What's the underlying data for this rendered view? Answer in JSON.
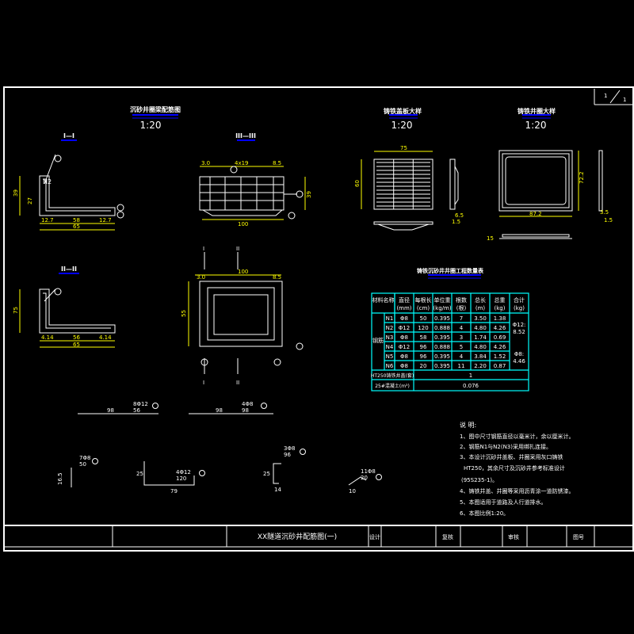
{
  "sheet": {
    "page": "1",
    "total": "1"
  },
  "colors": {
    "background": "#000000",
    "lines": "#ffffff",
    "dimensions": "#ffff00",
    "table": "#00ffff",
    "underline": "#0000ff"
  },
  "drawings": {
    "ring_beam": {
      "title": "沉砂井圈梁配筋图",
      "scale": "1:20"
    },
    "cover": {
      "title": "铸铁盖板大样",
      "scale": "1:20",
      "width": "75",
      "height": "60",
      "dim_a": "6.5",
      "dim_b": "1.5"
    },
    "frame": {
      "title": "铸铁井圈大样",
      "scale": "1:20",
      "width": "87.2",
      "height": "72.2",
      "dim_a": "3.5",
      "dim_b": "1.5",
      "dim_c": "15"
    },
    "section_1": {
      "label": "I—I",
      "dim_bottom_inner": "58",
      "dim_bottom_outer": "65",
      "dim_height": "39",
      "dim_top": "27",
      "dim_left": "12.7",
      "dim_right": "12.7",
      "rebar": "N2"
    },
    "section_2": {
      "label": "II—II",
      "dim_bottom_inner": "56",
      "dim_bottom_outer": "65",
      "dim_height": "75",
      "dim_left": "4.14",
      "dim_right": "4.14"
    },
    "section_3": {
      "label": "III—III",
      "dim_top_left": "3.0",
      "dim_top_mid": "4x19",
      "dim_top_right": "8.5",
      "dim_bottom": "100",
      "dim_right": "39"
    },
    "plan": {
      "dim_top": "100",
      "dim_left": "55",
      "dim_tl": "3.0",
      "dim_tr": "8.5",
      "cut_1": "I",
      "cut_2": "II"
    },
    "rebars": [
      {
        "id": "4",
        "length": "98",
        "spec": "8Φ12",
        "total": "56"
      },
      {
        "id": "5",
        "length": "98",
        "spec": "4Φ8",
        "total": "98"
      },
      {
        "id": "1",
        "leg": "16.5",
        "spec": "7Φ8",
        "total": "50"
      },
      {
        "id": "2",
        "leg": "25",
        "length": "79",
        "spec": "4Φ12",
        "total": "120"
      },
      {
        "id": "3",
        "leg": "25",
        "length": "14",
        "spec": "3Φ8",
        "total": "96"
      },
      {
        "id": "6",
        "length": "10",
        "spec": "11Φ8",
        "total": "20"
      }
    ]
  },
  "table": {
    "title": "铸铁沉砂井井圈工程数量表",
    "headers": [
      {
        "line1": "材料名称",
        "line2": ""
      },
      {
        "line1": "直径",
        "line2": "(mm)"
      },
      {
        "line1": "每根长",
        "line2": "(cm)"
      },
      {
        "line1": "单位重",
        "line2": "(kg/m)"
      },
      {
        "line1": "根数",
        "line2": "(根)"
      },
      {
        "line1": "总长",
        "line2": "(m)"
      },
      {
        "line1": "总重",
        "line2": "(kg)"
      },
      {
        "line1": "合计",
        "line2": "(kg)"
      }
    ],
    "group_label": "钢筋",
    "rows": [
      [
        "N1",
        "Φ8",
        "50",
        "0.395",
        "7",
        "3.50",
        "1.38"
      ],
      [
        "N2",
        "Φ12",
        "120",
        "0.888",
        "4",
        "4.80",
        "4.26"
      ],
      [
        "N3",
        "Φ8",
        "58",
        "0.395",
        "3",
        "1.74",
        "0.69"
      ],
      [
        "N4",
        "Φ12",
        "96",
        "0.888",
        "5",
        "4.80",
        "4.26"
      ],
      [
        "N5",
        "Φ8",
        "96",
        "0.395",
        "4",
        "3.84",
        "1.52"
      ],
      [
        "N6",
        "Φ8",
        "20",
        "0.395",
        "11",
        "2.20",
        "0.87"
      ]
    ],
    "sum_1": {
      "label": "Φ12:",
      "value": "8.52"
    },
    "sum_2": {
      "label": "Φ8:",
      "value": "4.46"
    },
    "ht250_row": {
      "label": "HT250铸铁井盖(套)",
      "value": "1"
    },
    "concrete_row": {
      "label": "25#混凝土(m³)",
      "value": "0.076"
    }
  },
  "notes": {
    "heading": "说 明:",
    "items": [
      "1、图中尺寸钢筋直径以毫米计，余以厘米计。",
      "2、钢筋N1与N2(N3)采用绑扎连接。",
      "3、本设计沉砂井盖板、井圈采用灰口铸铁",
      "HT250，其余尺寸及沉砂井参考标准设计",
      "(95S235-1)。",
      "4、铸铁井盖、井圈等采用沥青涂一道防锈漆。",
      "5、本图适用于道路及人行道排水。",
      "6、本图比例1:20。"
    ]
  },
  "title_block": {
    "drawing_title": "XX隧道沉砂井配筋图(一)",
    "design": "设计",
    "check": "复核",
    "review": "审核",
    "drawing_no": "图号"
  }
}
